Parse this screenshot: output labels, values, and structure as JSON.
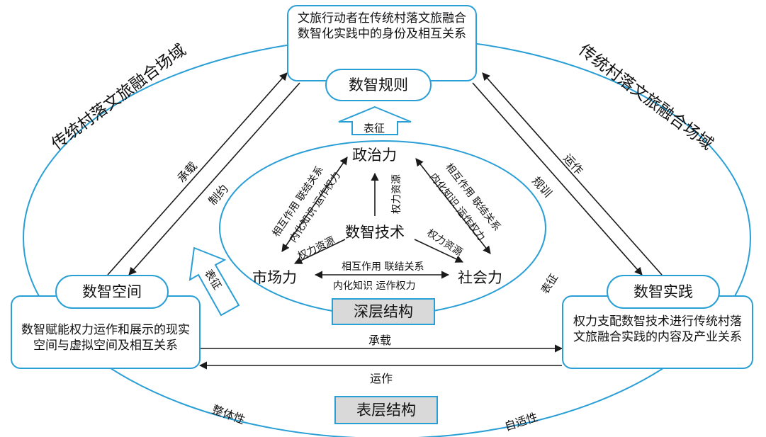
{
  "top_box": {
    "text": "文旅行动者在传统村落文旅融合数智化实践中的身份及相互关系",
    "pill": "数智规则"
  },
  "left_box": {
    "pill": "数智空间",
    "text": "数智赋能权力运作和展示的现实空间与虚拟空间及相互关系"
  },
  "right_box": {
    "pill": "数智实践",
    "text": "权力支配数智技术进行传统村落文旅融合实践的内容及产业关系"
  },
  "field_label_left": "传统村落文旅融合场域",
  "field_label_right": "传统村落文旅融合场域",
  "deep_structure": "深层结构",
  "surface_structure": "表层结构",
  "center": {
    "core": "数智技术",
    "politics": "政治力",
    "market": "市场力",
    "society": "社会力"
  },
  "inner_labels": {
    "core_politics": "权力资源",
    "core_market": "权力资源",
    "core_society": "权力资源",
    "politics_market_outer": "相互作用  联结关系",
    "politics_market_inner": "内化知识  运作权力",
    "politics_society_outer": "相互作用  联结关系",
    "politics_society_inner": "内化知识  运作权力",
    "market_society_top": "相互作用  联结关系",
    "market_society_bottom": "内化知识  运作权力"
  },
  "outer_labels": {
    "left_up": "承载",
    "left_down": "制约",
    "right_down": "运作",
    "right_up": "规训",
    "bottom_right": "承载",
    "bottom_left": "运作",
    "represent_top": "表征",
    "represent_left": "表征",
    "represent_right": "表征",
    "wholeness": "整体性",
    "adaptive": "自适性"
  }
}
